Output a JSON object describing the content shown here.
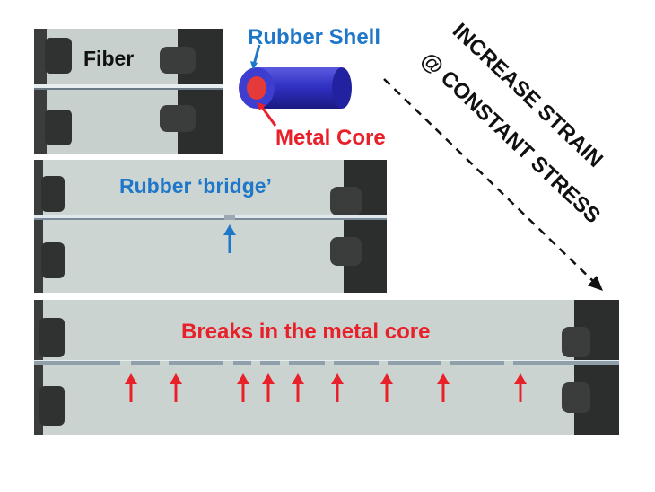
{
  "labels": {
    "fiber": "Fiber",
    "rubber_shell": "Rubber Shell",
    "metal_core": "Metal Core",
    "rubber_bridge": "Rubber ‘bridge’",
    "breaks": "Breaks in the metal core",
    "increase_strain": "INCREASE STRAIN",
    "constant_stress": "@ CONSTANT STRESS"
  },
  "colors": {
    "blue_label": "#1f77c9",
    "red_label": "#e8202a",
    "shell_blue": "#3434c8",
    "core_red": "#e53a3a",
    "panel_bg": "#c9d2cf",
    "clamp_dark": "#2c2f2d"
  },
  "break_arrow_count": 9
}
